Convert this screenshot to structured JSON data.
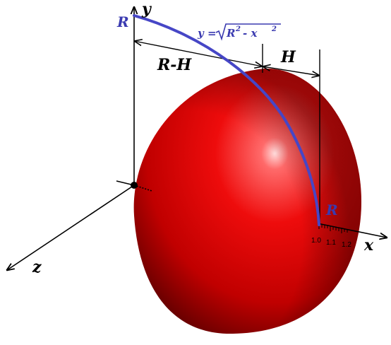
{
  "labels": {
    "y_axis": "y",
    "x_axis": "x",
    "z_axis": "z",
    "radius_top": "R",
    "radius_right": "R",
    "r_minus_h": "R-H",
    "h": "H",
    "eq_lhs": "y =",
    "eq_r": "R",
    "eq_r_exp": "2",
    "eq_minus": "- x",
    "eq_x_exp": "2",
    "tick_1_0": "1.0",
    "tick_1_1": "1.1",
    "tick_1_2": "1.2"
  },
  "colors": {
    "solid": "#e00000",
    "solid_dark": "#7a0000",
    "solid_highlight": "#ff7a7a",
    "curve": "#4040c0",
    "axis": "#000000",
    "label_blue": "#3a3ab0"
  }
}
